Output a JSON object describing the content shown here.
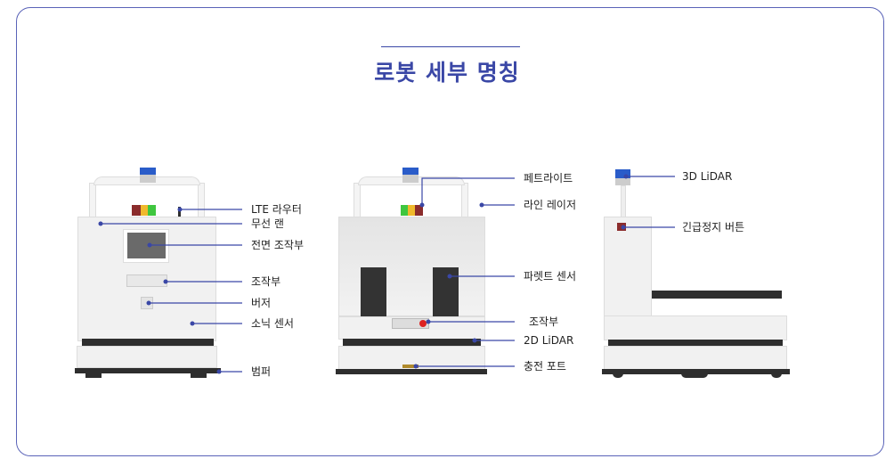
{
  "title": "로봇 세부 명칭",
  "front_view": {
    "labels": [
      "LTE 라우터",
      "무선 랜",
      "전면 조작부",
      "조작부",
      "버저",
      "소닉 센서",
      "범퍼"
    ]
  },
  "rear_view": {
    "labels": [
      "페트라이트",
      "라인 레이저",
      "파렛트 센서",
      "조작부",
      "2D LiDAR",
      "충전 포트"
    ]
  },
  "side_view": {
    "labels": [
      "3D LiDAR",
      "긴급정지 버튼"
    ]
  },
  "colors": {
    "accent": "#3a47a6",
    "line": "#3a47a6"
  }
}
